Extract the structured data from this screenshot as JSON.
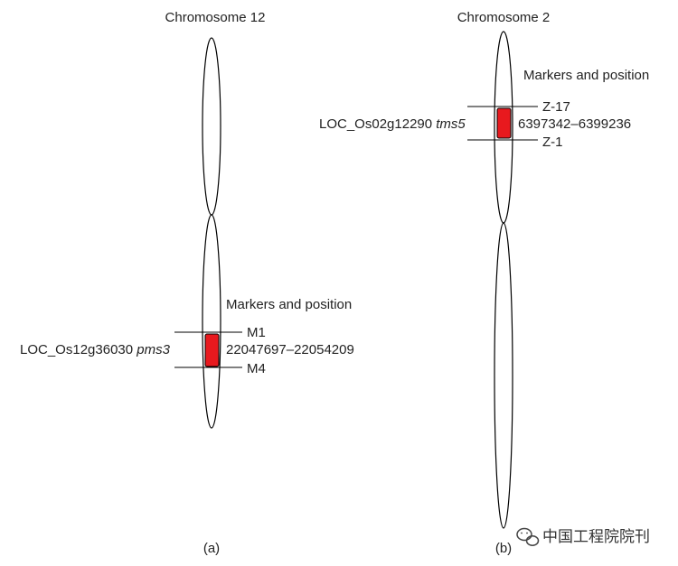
{
  "panel_a": {
    "title": "Chromosome 12",
    "markers_heading": "Markers and position",
    "marker_top": "M1",
    "marker_bottom": "M4",
    "position": "22047697–22054209",
    "gene_id": "LOC_Os12g36030",
    "gene_name": "pms3",
    "caption": "(a)"
  },
  "panel_b": {
    "title": "Chromosome 2",
    "markers_heading": "Markers and position",
    "marker_top": "Z-17",
    "marker_bottom": "Z-1",
    "position": "6397342–6399236",
    "gene_id": "LOC_Os02g12290",
    "gene_name": "tms5",
    "caption": "(b)"
  },
  "watermark": {
    "text": "中国工程院院刊",
    "icon": "wechat-icon"
  },
  "colors": {
    "locus": "#e8191e",
    "outline": "#000000"
  }
}
